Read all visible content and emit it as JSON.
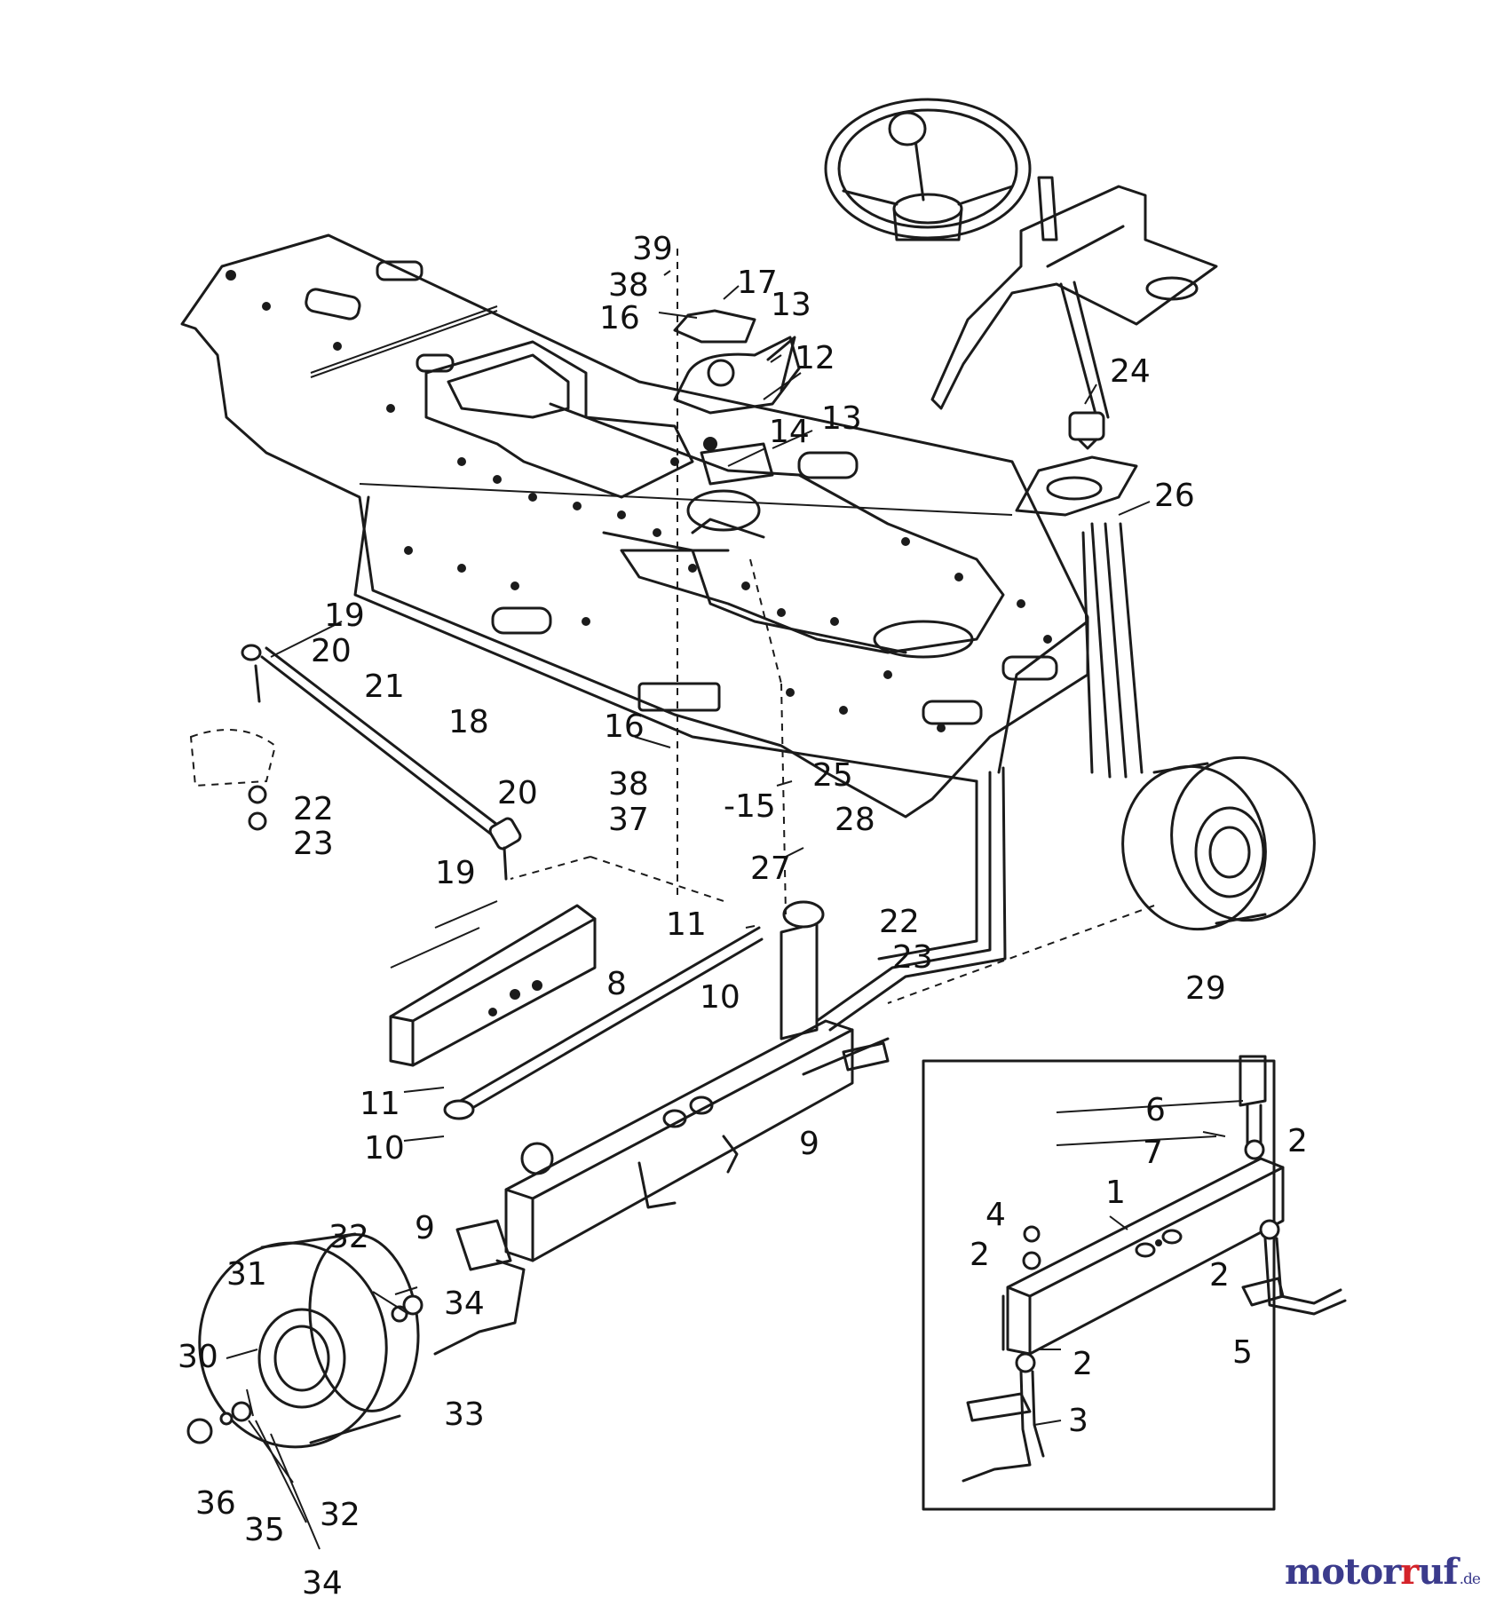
{
  "watermark": {
    "text_a": "motor",
    "text_b": "uf",
    "suffix": ".de",
    "colors": {
      "dark": "#3b3b8c",
      "accent": "#d4232a"
    }
  },
  "callouts": [
    {
      "id": "c39",
      "label": "39"
    },
    {
      "id": "c17",
      "label": "17"
    },
    {
      "id": "c38a",
      "label": "38"
    },
    {
      "id": "c13a",
      "label": "13"
    },
    {
      "id": "c16a",
      "label": "16"
    },
    {
      "id": "c12",
      "label": "12"
    },
    {
      "id": "c24",
      "label": "24"
    },
    {
      "id": "c13b",
      "label": "13"
    },
    {
      "id": "c14",
      "label": "14"
    },
    {
      "id": "c26",
      "label": "26"
    },
    {
      "id": "c19a",
      "label": "19"
    },
    {
      "id": "c20a",
      "label": "20"
    },
    {
      "id": "c21",
      "label": "21"
    },
    {
      "id": "c18",
      "label": "18"
    },
    {
      "id": "c16b",
      "label": "16"
    },
    {
      "id": "c22a",
      "label": "22"
    },
    {
      "id": "c23a",
      "label": "23"
    },
    {
      "id": "c20b",
      "label": "20"
    },
    {
      "id": "c38b",
      "label": "38"
    },
    {
      "id": "c25",
      "label": "25"
    },
    {
      "id": "c37",
      "label": "37"
    },
    {
      "id": "c15",
      "label": "-15"
    },
    {
      "id": "c28",
      "label": "28"
    },
    {
      "id": "c19b",
      "label": "19"
    },
    {
      "id": "c27",
      "label": "27"
    },
    {
      "id": "c11a",
      "label": "11"
    },
    {
      "id": "c22b",
      "label": "22"
    },
    {
      "id": "c23b",
      "label": "23"
    },
    {
      "id": "c8",
      "label": "8"
    },
    {
      "id": "c10a",
      "label": "10"
    },
    {
      "id": "c29",
      "label": "29"
    },
    {
      "id": "c11b",
      "label": "11"
    },
    {
      "id": "c10b",
      "label": "10"
    },
    {
      "id": "c9a",
      "label": "9"
    },
    {
      "id": "c9b",
      "label": "9"
    },
    {
      "id": "c6",
      "label": "6"
    },
    {
      "id": "c7",
      "label": "7"
    },
    {
      "id": "c2a",
      "label": "2"
    },
    {
      "id": "c1",
      "label": "1"
    },
    {
      "id": "c4",
      "label": "4"
    },
    {
      "id": "c2b",
      "label": "2"
    },
    {
      "id": "c2c",
      "label": "2"
    },
    {
      "id": "c5",
      "label": "5"
    },
    {
      "id": "c2d",
      "label": "2"
    },
    {
      "id": "c3",
      "label": "3"
    },
    {
      "id": "c32a",
      "label": "32"
    },
    {
      "id": "c31",
      "label": "31"
    },
    {
      "id": "c34a",
      "label": "34"
    },
    {
      "id": "c30",
      "label": "30"
    },
    {
      "id": "c33",
      "label": "33"
    },
    {
      "id": "c36",
      "label": "36"
    },
    {
      "id": "c35",
      "label": "35"
    },
    {
      "id": "c32b",
      "label": "32"
    },
    {
      "id": "c34b",
      "label": "34"
    }
  ]
}
